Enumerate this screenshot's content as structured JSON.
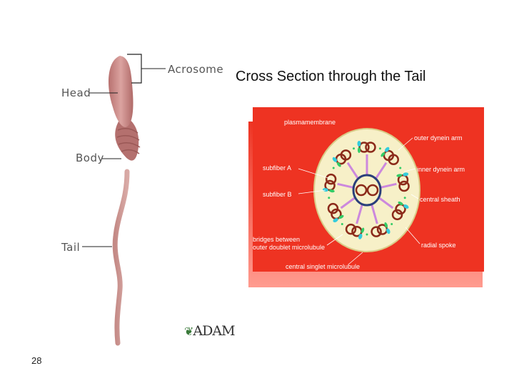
{
  "title": "Cross Section through the Tail",
  "page_number": "28",
  "logo_text": "ADAM",
  "sperm_labels": {
    "acrosome": "Acrosome",
    "head": "Head",
    "body": "Body",
    "tail": "Tail"
  },
  "cross_section_labels": {
    "plasma_membrane": "plasmamembrane",
    "outer_dynein_arm": "outer dynein arm",
    "inner_dynein_arm": "inner dynein arm",
    "subfiber_a": "subfiber A",
    "subfiber_b": "subfiber B",
    "central_sheath": "central sheath",
    "bridges_line1": "bridges between",
    "bridges_line2": "outer doublet microlubule",
    "radial_spoke": "radial spoke",
    "central_singlet": "central singlet microlubule"
  },
  "colors": {
    "panel_red": "#ee3322",
    "membrane_fill": "#f7f0c8",
    "doublet": "#8b2a1a",
    "dynein_green": "#33cc66",
    "dynein_cyan": "#33ccdd",
    "spoke_violet": "#cc88dd",
    "sheath_blue": "#2a3f7a",
    "sperm_pink": "#c98a8a"
  }
}
